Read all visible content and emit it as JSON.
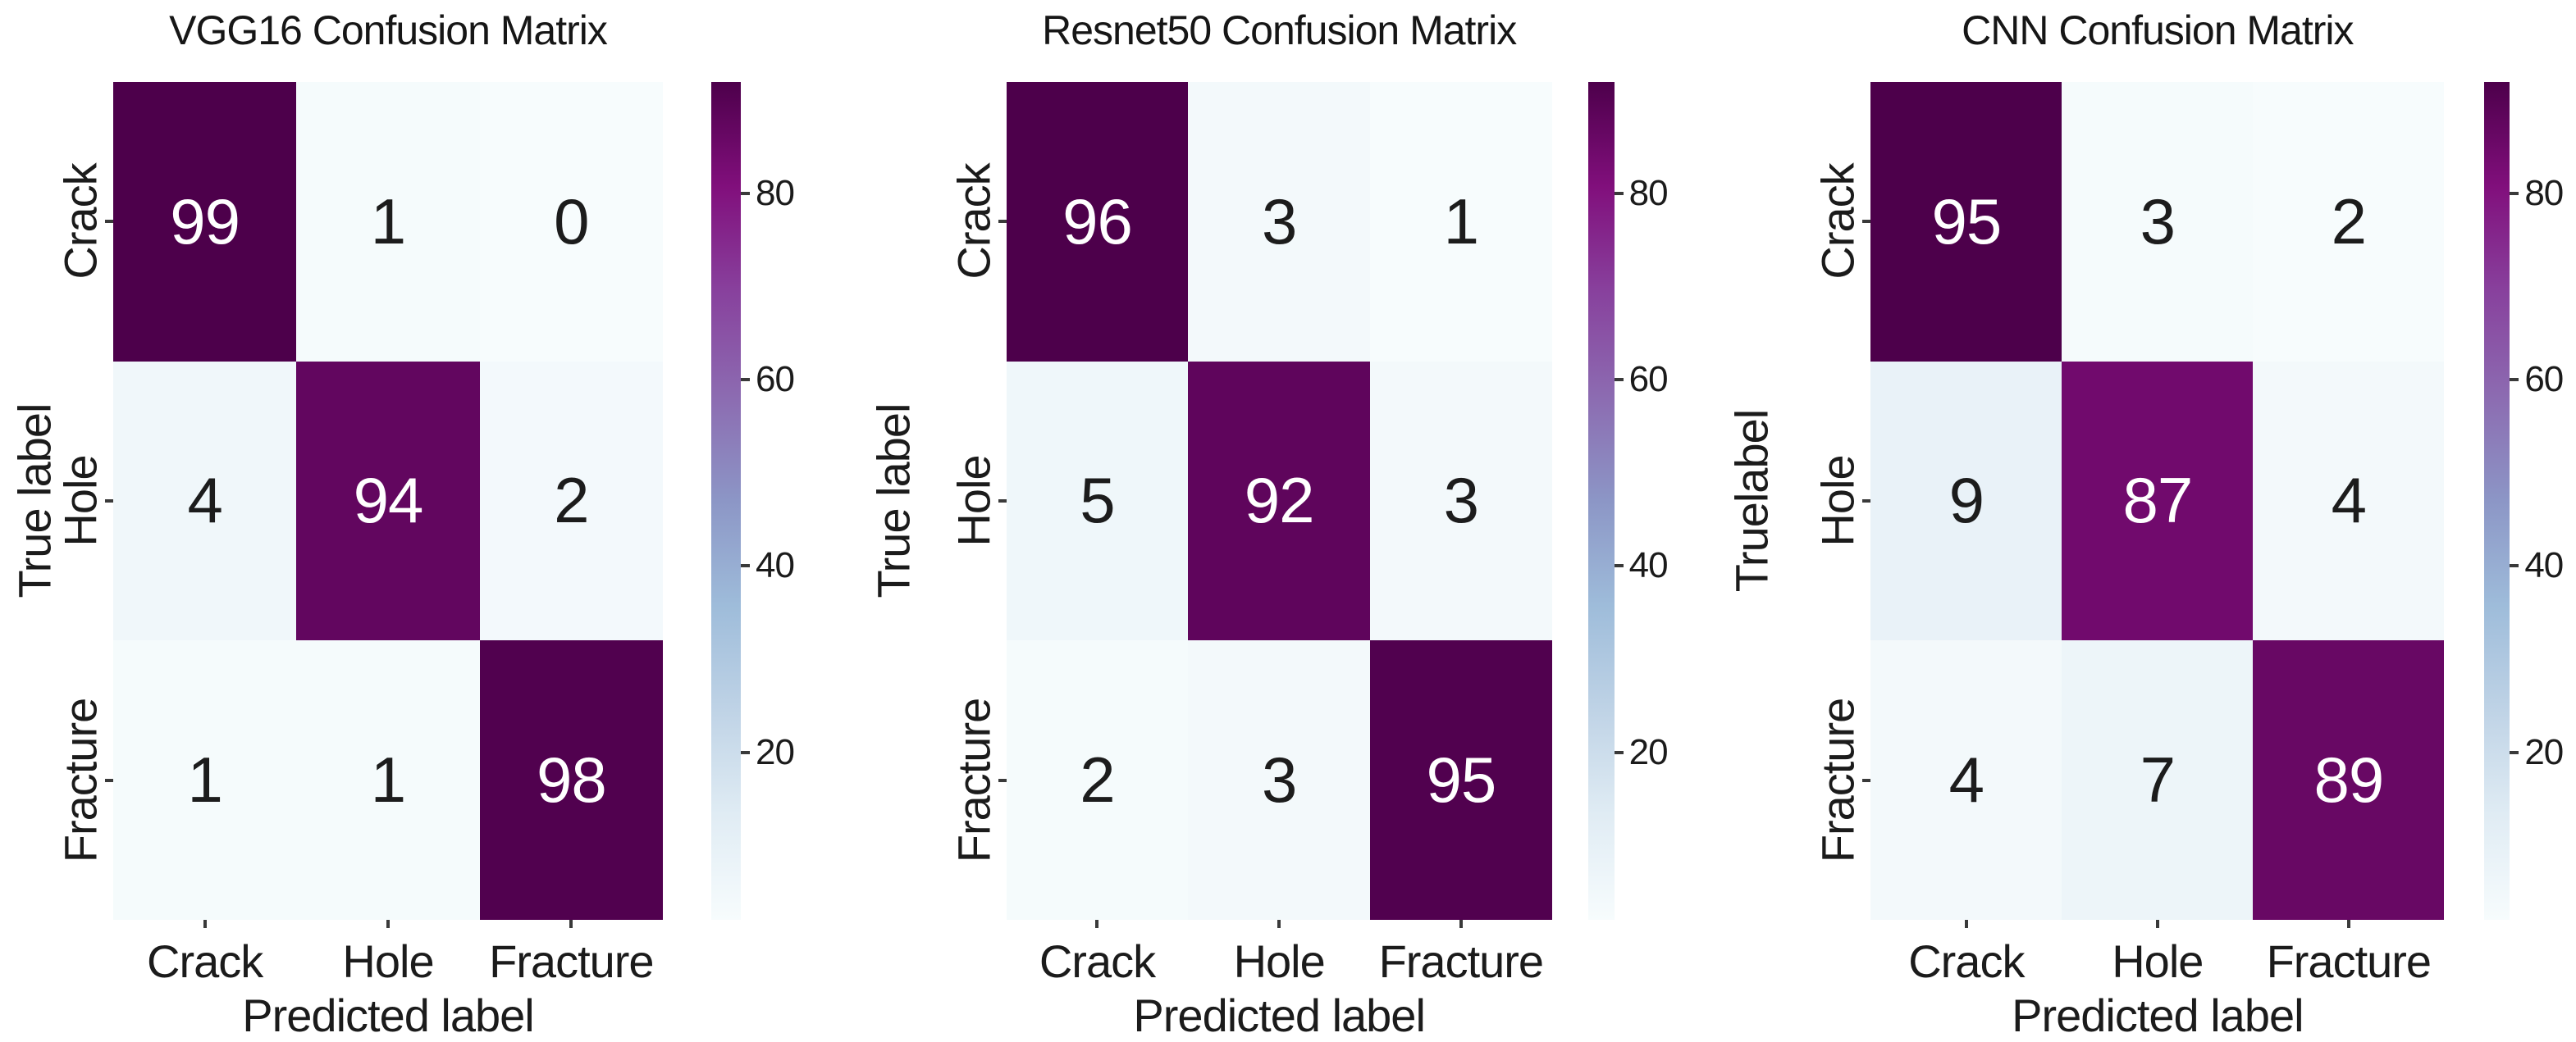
{
  "chart_data": [
    {
      "type": "heatmap",
      "title": "VGG16 Confusion Matrix",
      "xlabel": "Predicted label",
      "ylabel": "True label",
      "x_categories": [
        "Crack",
        "Hole",
        "Fracture"
      ],
      "y_categories": [
        "Crack",
        "Hole",
        "Fracture"
      ],
      "matrix": [
        [
          99,
          1,
          0
        ],
        [
          4,
          94,
          2
        ],
        [
          1,
          1,
          98
        ]
      ],
      "colorbar_ticks": [
        80,
        60,
        40,
        20
      ],
      "legend_position": "right-colorbar",
      "grid": false
    },
    {
      "type": "heatmap",
      "title": "Resnet50 Confusion Matrix",
      "xlabel": "Predicted label",
      "ylabel": "True label",
      "x_categories": [
        "Crack",
        "Hole",
        "Fracture"
      ],
      "y_categories": [
        "Crack",
        "Hole",
        "Fracture"
      ],
      "matrix": [
        [
          96,
          3,
          1
        ],
        [
          5,
          92,
          3
        ],
        [
          2,
          3,
          95
        ]
      ],
      "colorbar_ticks": [
        80,
        60,
        40,
        20
      ],
      "legend_position": "right-colorbar",
      "grid": false
    },
    {
      "type": "heatmap",
      "title": "CNN Confusion Matrix",
      "xlabel": "Predicted label",
      "ylabel": "Truelabel",
      "x_categories": [
        "Crack",
        "Hole",
        "Fracture"
      ],
      "y_categories": [
        "Crack",
        "Hole",
        "Fracture"
      ],
      "matrix": [
        [
          95,
          3,
          2
        ],
        [
          9,
          87,
          4
        ],
        [
          4,
          7,
          89
        ]
      ],
      "colorbar_ticks": [
        80,
        60,
        40,
        20
      ],
      "legend_position": "right-colorbar",
      "grid": false
    }
  ],
  "style": {
    "colormap_name": "BuPu",
    "colormap_stops": [
      "#f7fcfd",
      "#e0ecf4",
      "#bfd3e6",
      "#9ebcda",
      "#8c96c6",
      "#8c6bb1",
      "#88419d",
      "#810f7c",
      "#4d004b"
    ],
    "background": "#ffffff",
    "text_color": "#1b1b1b",
    "annotation_on_dark": "#ffffff",
    "annotation_on_light": "#1c1c1c"
  }
}
